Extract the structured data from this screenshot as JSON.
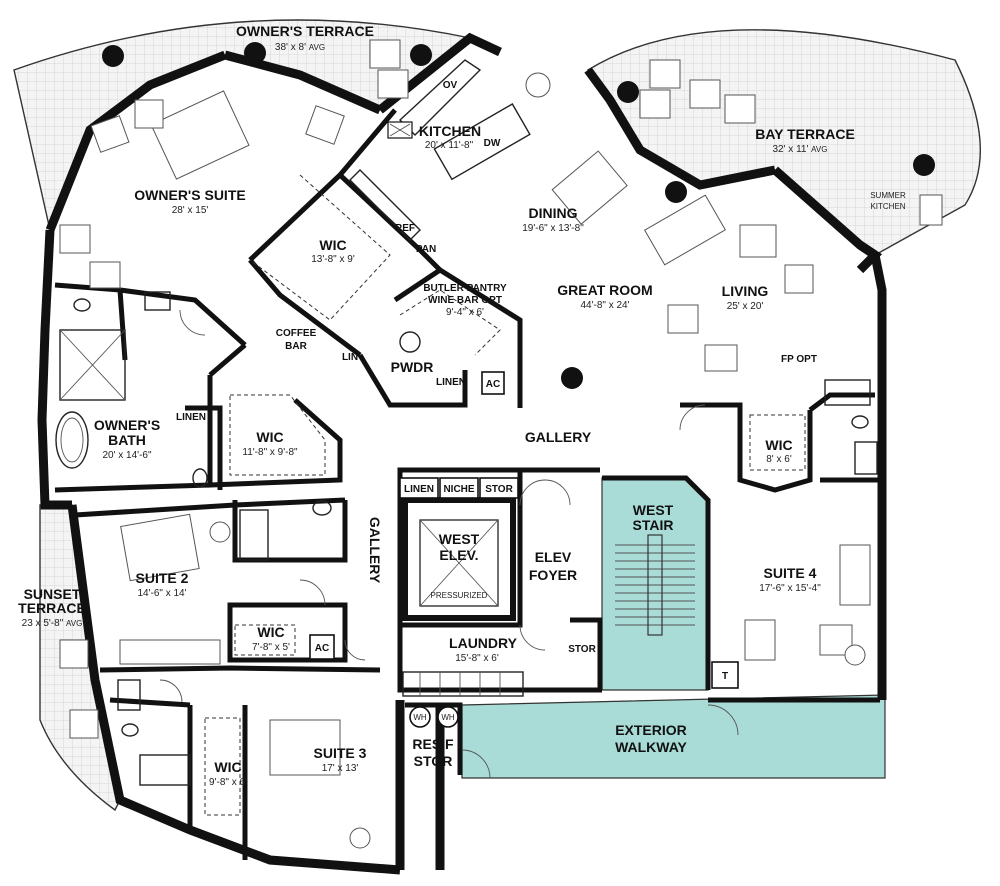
{
  "rooms": {
    "owners_terrace": {
      "name": "OWNER'S TERRACE",
      "dim": "38' x 8'",
      "avg": "AVG"
    },
    "bay_terrace": {
      "name": "BAY TERRACE",
      "dim": "32' x 11'",
      "avg": "AVG"
    },
    "summer_kitchen": {
      "line1": "SUMMER",
      "line2": "KITCHEN"
    },
    "owners_suite": {
      "name": "OWNER'S SUITE",
      "dim": "28' x 15'"
    },
    "kitchen": {
      "name": "KITCHEN",
      "dim": "20' x 11'-8\""
    },
    "dining": {
      "name": "DINING",
      "dim": "19'-6\" x 13'-8\""
    },
    "great_room": {
      "name": "GREAT ROOM",
      "dim": "44'-8\" x 24'"
    },
    "living": {
      "name": "LIVING",
      "dim": "25' x 20'"
    },
    "wic_owner": {
      "name": "WIC",
      "dim": "13'-8\" x 9'"
    },
    "butler_pantry": {
      "line1": "BUTLER PANTRY",
      "line2": "WINE BAR OPT",
      "dim": "9'-4\" x 6'"
    },
    "owners_bath": {
      "line1": "OWNER'S",
      "line2": "BATH",
      "dim": "20' x 14'-6\""
    },
    "wic_bath": {
      "name": "WIC",
      "dim": "11'-8\" x 9'-8\""
    },
    "gallery_h": {
      "name": "GALLERY"
    },
    "gallery_v": {
      "name": "GALLERY"
    },
    "suite2": {
      "name": "SUITE 2",
      "dim": "14'-6\" x 14'"
    },
    "sunset_terrace": {
      "line1": "SUNSET",
      "line2": "TERRACE",
      "dim": "23 x 5'-8\"",
      "avg": "AVG"
    },
    "wic_suite2": {
      "name": "WIC",
      "dim": "7'-8\" x 5'"
    },
    "west_elev": {
      "line1": "WEST",
      "line2": "ELEV.",
      "note": "PRESSURIZED"
    },
    "elev_foyer": {
      "line1": "ELEV",
      "line2": "FOYER"
    },
    "west_stair": {
      "line1": "WEST",
      "line2": "STAIR"
    },
    "suite4": {
      "name": "SUITE 4",
      "dim": "17'-6\" x 15'-4\""
    },
    "wic_suite4": {
      "name": "WIC",
      "dim": "8' x 6'"
    },
    "laundry": {
      "name": "LAUNDRY",
      "dim": "15'-8\" x 6'"
    },
    "suite3": {
      "name": "SUITE 3",
      "dim": "17' x 13'"
    },
    "wic_suite3": {
      "name": "WIC",
      "dim": "9'-8\" x 6'"
    },
    "res_f_stor": {
      "line1": "RES F",
      "line2": "STOR"
    },
    "exterior_walkway": {
      "line1": "EXTERIOR",
      "line2": "WALKWAY"
    }
  },
  "small_labels": {
    "ov": "OV",
    "dw": "DW",
    "ref": "REF",
    "pan": "PAN",
    "coffee": "COFFEE",
    "bar": "BAR",
    "lin": "LIN",
    "pwdr": "PWDR",
    "linen_pwdr": "LINEN",
    "ac_pwdr": "AC",
    "linen_bath": "LINEN",
    "fp_opt": "FP OPT",
    "linen_elev": "LINEN",
    "niche": "NICHE",
    "stor_elev": "STOR",
    "stor_laundry": "STOR",
    "ac_suite2": "AC",
    "wh1": "WH",
    "wh2": "WH",
    "t": "T"
  },
  "colors": {
    "stair_fill": "#a9dcd6",
    "wall": "#111111",
    "terrace_grid": "#cfcfcf"
  }
}
